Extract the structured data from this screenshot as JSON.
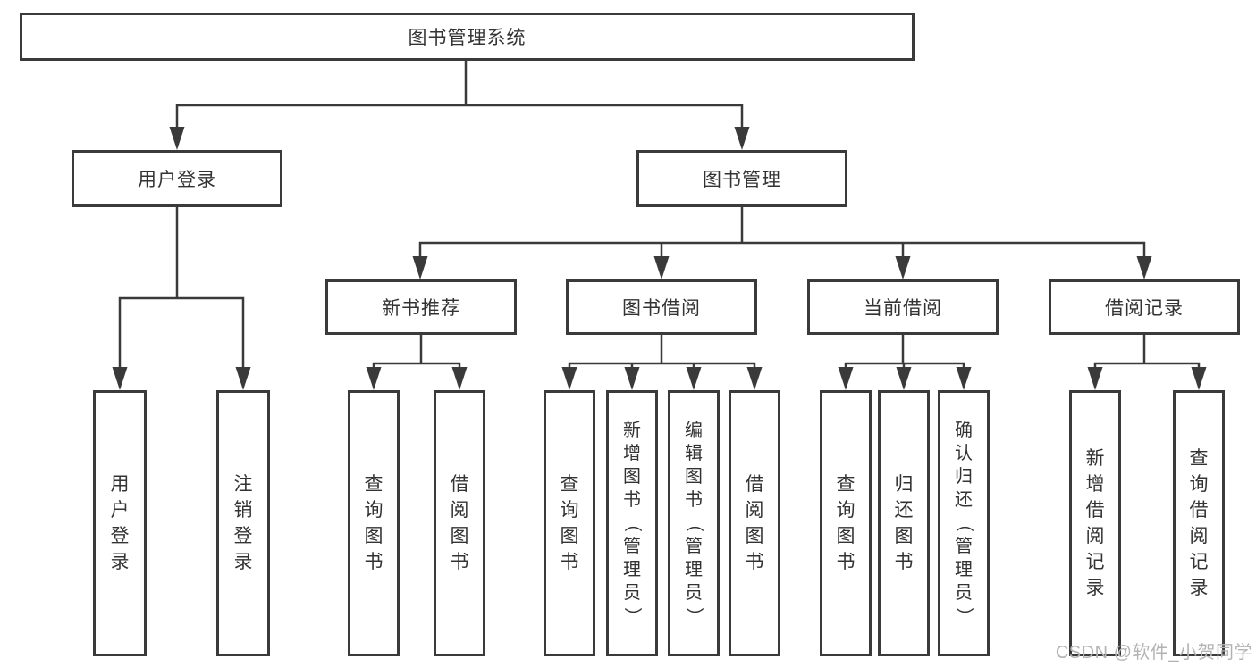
{
  "theme": {
    "line_color": "#3a3a3a",
    "text_color": "#333333",
    "watermark_color": "#b3b3b3"
  },
  "tree": {
    "root": "图书管理系统",
    "branches": [
      {
        "label": "用户登录",
        "children": [
          "用户登录",
          "注销登录"
        ]
      },
      {
        "label": "图书管理",
        "groups": [
          {
            "label": "新书推荐",
            "children": [
              "查询图书",
              "借阅图书"
            ]
          },
          {
            "label": "图书借阅",
            "children": [
              "查询图书",
              "新增图书（管理员）",
              "编辑图书（管理员）",
              "借阅图书"
            ]
          },
          {
            "label": "当前借阅",
            "children": [
              "查询图书",
              "归还图书",
              "确认归还（管理员）"
            ]
          },
          {
            "label": "借阅记录",
            "children": [
              "新增借阅记录",
              "查询借阅记录"
            ]
          }
        ]
      }
    ]
  },
  "watermark": {
    "text": "CSDN @软件_小贺同学"
  }
}
